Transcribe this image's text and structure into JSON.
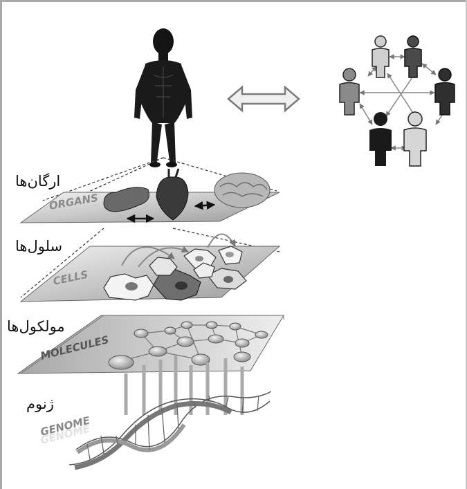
{
  "labels": {
    "organs_fa": "ارگان‌ها",
    "cells_fa": "سلول‌ها",
    "molecules_fa": "مولکول‌ها",
    "genome_fa": "ژنوم"
  },
  "plane_labels": {
    "organs": "ORGANS",
    "cells": "CELLS",
    "molecules": "MOLECULES",
    "genome": "GENOME"
  },
  "icons": {
    "human": "human-silhouette-icon",
    "exchange": "double-arrow-icon",
    "network": "people-network-icon"
  }
}
